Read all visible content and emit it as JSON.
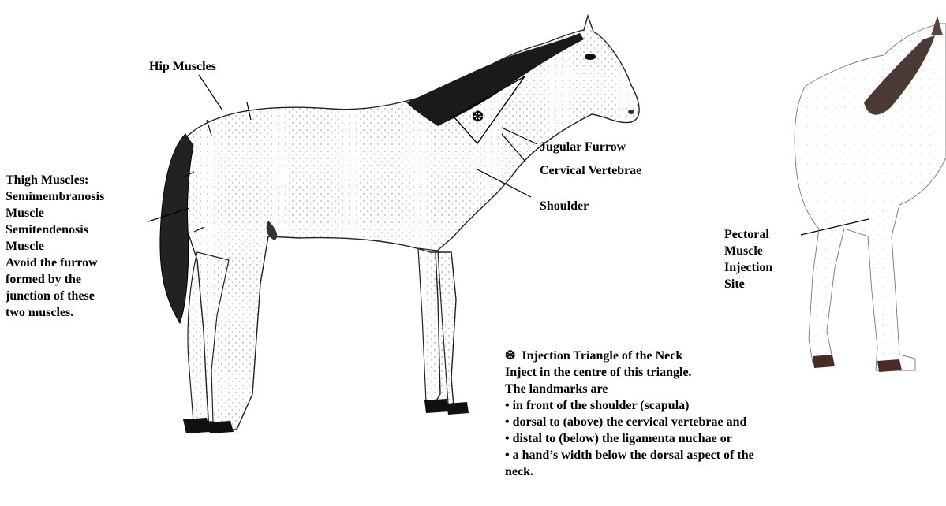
{
  "labels": {
    "hip": "Hip Muscles",
    "thigh": [
      "Thigh Muscles:",
      "Semimembranosis",
      "Muscle",
      "Semitendenosis",
      "Muscle",
      "Avoid the furrow",
      "formed by the",
      "junction of these",
      "two muscles."
    ],
    "jugular": "Jugular Furrow",
    "cervical": "Cervical Vertebrae",
    "shoulder": "Shoulder",
    "pectoral": [
      "Pectoral",
      "Muscle",
      "Injection",
      "Site"
    ]
  },
  "triangle_marker": "❆",
  "note": {
    "title_symbol": "❆",
    "title": "Injection Triangle of the Neck",
    "lines": [
      "Inject in the centre of this triangle.",
      "The landmarks are",
      "• in front of the shoulder (scapula)",
      "• dorsal to (above) the cervical vertebrae and",
      "• distal to (below) the ligamenta nuchae or",
      "• a hand’s width below the dorsal aspect of the",
      "neck."
    ]
  }
}
